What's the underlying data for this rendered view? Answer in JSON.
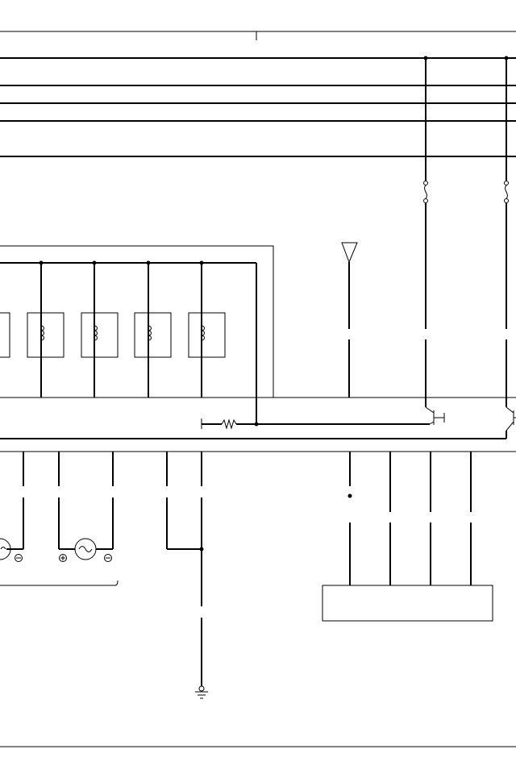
{
  "diagram": {
    "colors": {
      "background": "#ffffff",
      "wire": "#000000"
    },
    "components": {
      "coil_count": 4,
      "alternator_count": 2,
      "fuse_count": 2,
      "transistor_count": 2
    },
    "icons": {
      "coil": "inductor-coil-icon",
      "fuse": "fuse-icon",
      "alternator": "ac-source-icon",
      "ground": "ground-icon",
      "antenna": "antenna-triangle-icon",
      "resistor": "resistor-icon",
      "transistor": "transistor-icon"
    }
  }
}
